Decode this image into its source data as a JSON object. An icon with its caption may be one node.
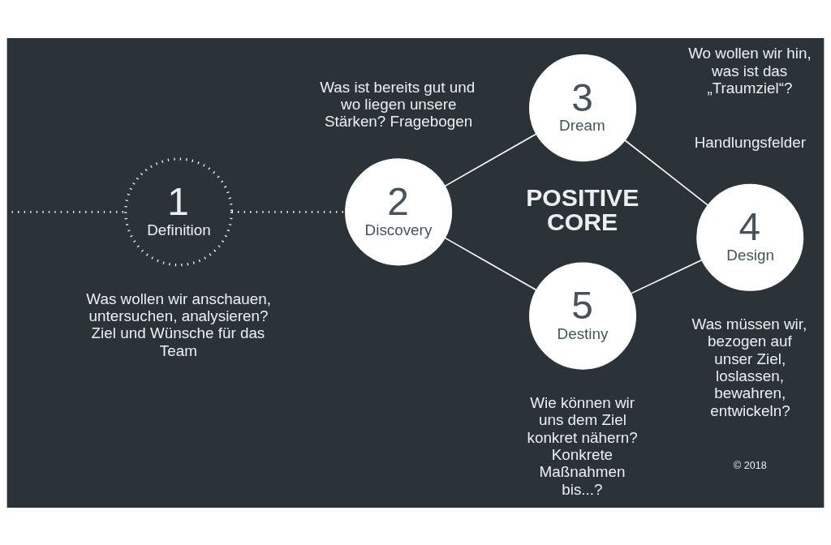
{
  "diagram": {
    "nodes": [
      {
        "text": [
          "1",
          "Definition"
        ],
        "beside": [
          "Was wollen wir anschauen, untersuchen, analysieren? Ziel und Wünsche für das Team"
        ]
      },
      {
        "text": [
          "2",
          "Discovery"
        ],
        "beside": [
          "Was ist bereits gut und wo liegen unsere Stärken? Fragebogen"
        ]
      },
      {
        "text": [
          "3",
          "Dream"
        ],
        "beside": [
          "Wo wollen wir hin, was ist das „Traumziel“?",
          "Handlungsfelder"
        ]
      },
      {
        "text": [
          "4",
          "Design"
        ],
        "beside": [
          "Was müssen wir, bezogen auf unser Ziel, loslassen, bewahren, entwickeln?"
        ]
      },
      {
        "text": [
          "5",
          "Destiny"
        ],
        "beside": [
          "Wie können wir uns dem Ziel konkret nähern? Konkrete Maßnahmen bis...?"
        ]
      }
    ],
    "edges": [
      {
        "from": null,
        "to": 0,
        "arrow": "none",
        "style": "dashed"
      },
      {
        "from": 0,
        "to": 1,
        "arrow": "none",
        "style": "dashed"
      },
      {
        "from": 1,
        "to": 2,
        "arrow": "none"
      },
      {
        "from": 2,
        "to": 3,
        "arrow": "none"
      },
      {
        "from": 3,
        "to": 4,
        "arrow": "none"
      },
      {
        "from": 4,
        "to": 1,
        "arrow": "none"
      }
    ],
    "labels": [
      "POSITIVE CORE",
      "© 2018"
    ]
  }
}
